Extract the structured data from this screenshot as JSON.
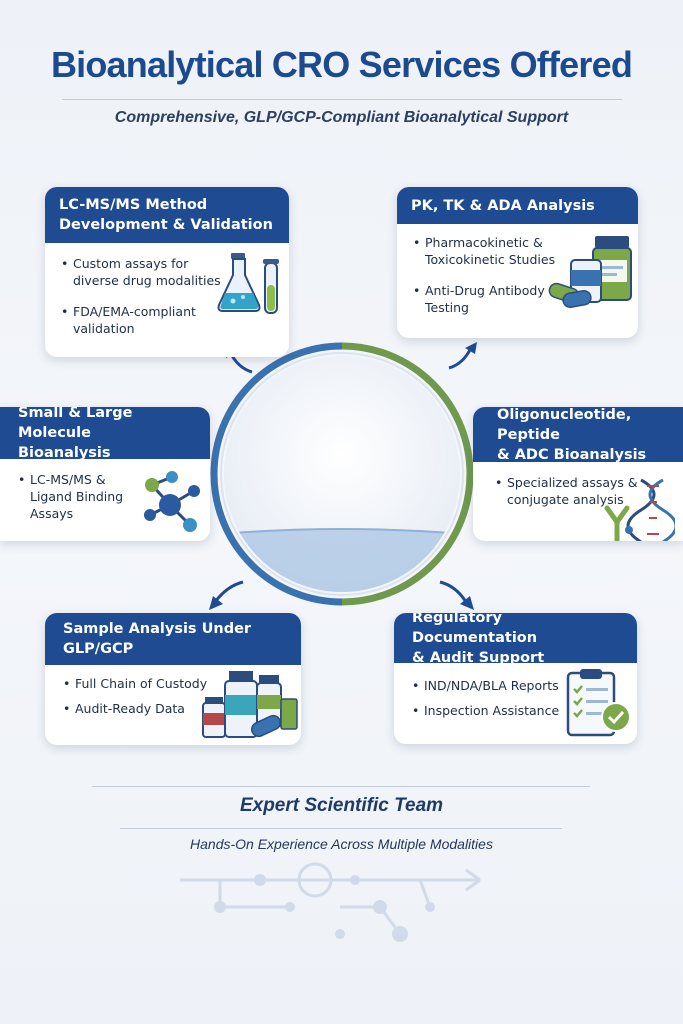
{
  "header": {
    "title": "Bioanalytical CRO Services Offered",
    "subtitle": "Comprehensive, GLP/GCP-Compliant Bioanalytical Support"
  },
  "cards": [
    {
      "title_line1": "LC-MS/MS Method",
      "title_line2": "Development & Validation",
      "bullets": [
        {
          "line1": "Custom assays for",
          "line2": "diverse drug modalities"
        },
        {
          "line1": "FDA/EMA-compliant",
          "line2": "validation"
        }
      ],
      "icon": "lab-flask-icon"
    },
    {
      "title_line1": "PK, TK & ADA Analysis",
      "title_line2": "",
      "bullets": [
        {
          "line1": "Pharmacokinetic &",
          "line2": "Toxicokinetic Studies"
        },
        {
          "line1": "Anti-Drug Antibody",
          "line2": "Testing"
        }
      ],
      "icon": "medicine-bottle-icon"
    },
    {
      "title_line1": "Small & Large Molecule",
      "title_line2": "Bioanalysis",
      "bullets": [
        {
          "line1": "LC-MS/MS &",
          "line2": "Ligand Binding",
          "line3": "Assays"
        }
      ],
      "icon": "molecule-icon"
    },
    {
      "title_line1": "Oligonucleotide, Peptide",
      "title_line2": "& ADC Bioanalysis",
      "bullets": [
        {
          "line1": "Specialized assays &",
          "line2": "conjugate analysis"
        }
      ],
      "icon": "dna-antibody-icon"
    },
    {
      "title_line1": "Sample Analysis Under",
      "title_line2": "GLP/GCP",
      "bullets": [
        {
          "line1": "Full Chain of Custody"
        },
        {
          "line1": "Audit-Ready Data"
        }
      ],
      "icon": "sample-vials-icon"
    },
    {
      "title_line1": "Regulatory Documentation",
      "title_line2": "& Audit Support",
      "bullets": [
        {
          "line1": "IND/NDA/BLA Reports"
        },
        {
          "line1": "Inspection Assistance"
        }
      ],
      "icon": "checklist-clipboard-icon"
    }
  ],
  "footer": {
    "title": "Expert Scientific Team",
    "subtitle": "Hands-On Experience Across Multiple Modalities"
  },
  "colors": {
    "primary_blue": "#1e4b91",
    "ring_blue": "#3a72b0",
    "ring_green": "#6f9a4e",
    "arrow": "#1e4b91"
  }
}
